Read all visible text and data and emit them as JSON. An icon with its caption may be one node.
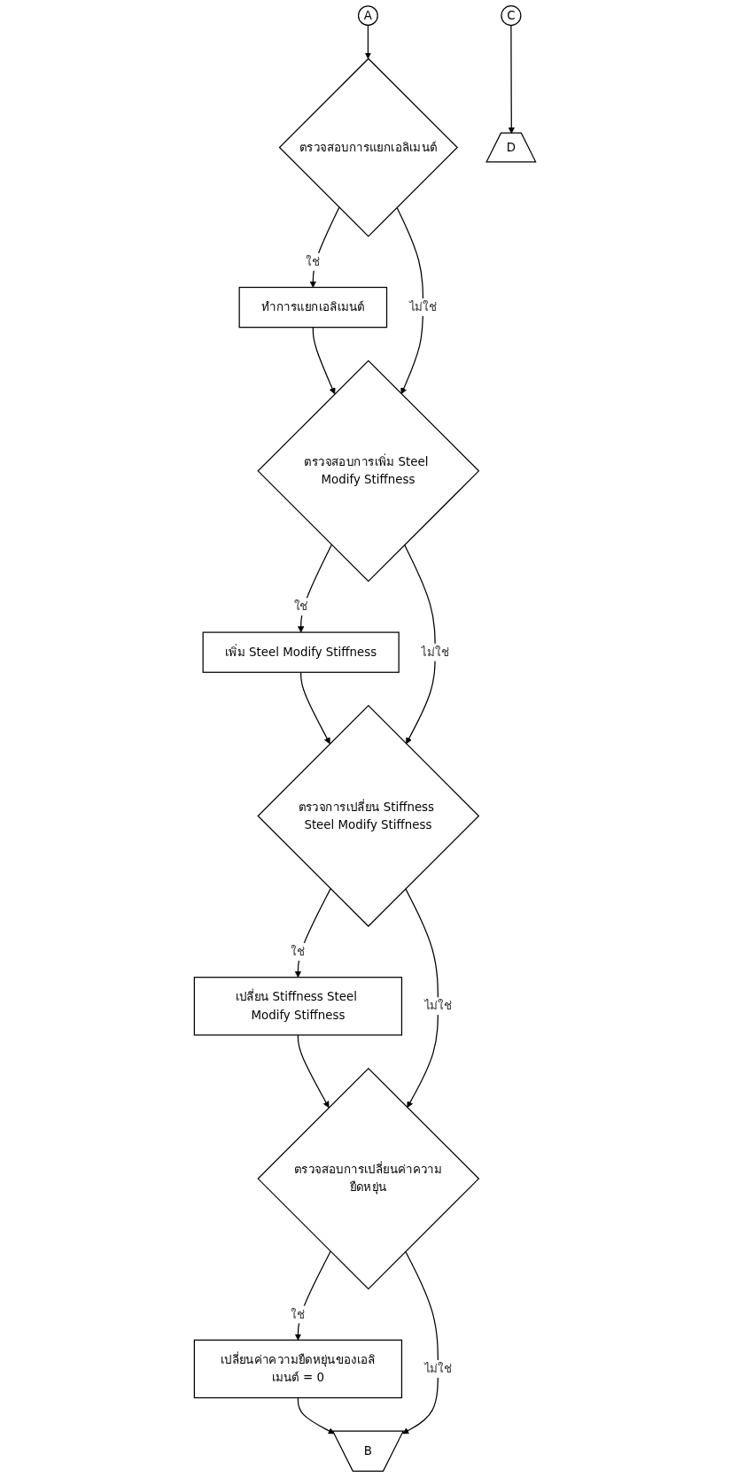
{
  "diagram": {
    "nodes": [
      {
        "text": [
          "A"
        ]
      },
      {
        "text": [
          "ตรวจสอบการแยกเอลิเมนต์"
        ]
      },
      {
        "text": [
          "ทำการแยกเอลิเมนต์"
        ]
      },
      {
        "text": [
          "ตรวจสอบการเพิ่ม Steel Modify Stiffness"
        ]
      },
      {
        "text": [
          "เพิ่ม Steel Modify Stiffness"
        ]
      },
      {
        "text": [
          "ตรวจการเปลี่ยน Stiffness Steel Modify Stiffness"
        ]
      },
      {
        "text": [
          "เปลี่ยน Stiffness Steel Modify Stiffness"
        ]
      },
      {
        "text": [
          "ตรวจสอบการเปลี่ยนค่าความยืดหยุ่น"
        ]
      },
      {
        "text": [
          "เปลี่ยนค่าความยืดหยุ่นของเอลิเมนต์ = 0"
        ]
      },
      {
        "text": [
          "B"
        ]
      },
      {
        "text": [
          "C"
        ]
      },
      {
        "text": [
          "D"
        ]
      }
    ],
    "edges": [
      {
        "from": 0,
        "to": 1,
        "arrow": "to"
      },
      {
        "from": 1,
        "to": 2,
        "arrow": "to",
        "label": "ใช่"
      },
      {
        "from": 2,
        "to": 3,
        "arrow": "to"
      },
      {
        "from": 1,
        "to": 3,
        "arrow": "to",
        "label": "ไม่ใช่"
      },
      {
        "from": 3,
        "to": 4,
        "arrow": "to",
        "label": "ใช่"
      },
      {
        "from": 4,
        "to": 5,
        "arrow": "to"
      },
      {
        "from": 3,
        "to": 5,
        "arrow": "to",
        "label": "ไม่ใช่"
      },
      {
        "from": 5,
        "to": 6,
        "arrow": "to",
        "label": "ใช่"
      },
      {
        "from": 6,
        "to": 7,
        "arrow": "to"
      },
      {
        "from": 5,
        "to": 7,
        "arrow": "to",
        "label": "ไม่ใช่"
      },
      {
        "from": 7,
        "to": 8,
        "arrow": "to",
        "label": "ใช่"
      },
      {
        "from": 8,
        "to": 9,
        "arrow": "to"
      },
      {
        "from": 7,
        "to": 9,
        "arrow": "to",
        "label": "ไม่ใช่"
      },
      {
        "from": 10,
        "to": 11,
        "arrow": "to"
      }
    ]
  }
}
